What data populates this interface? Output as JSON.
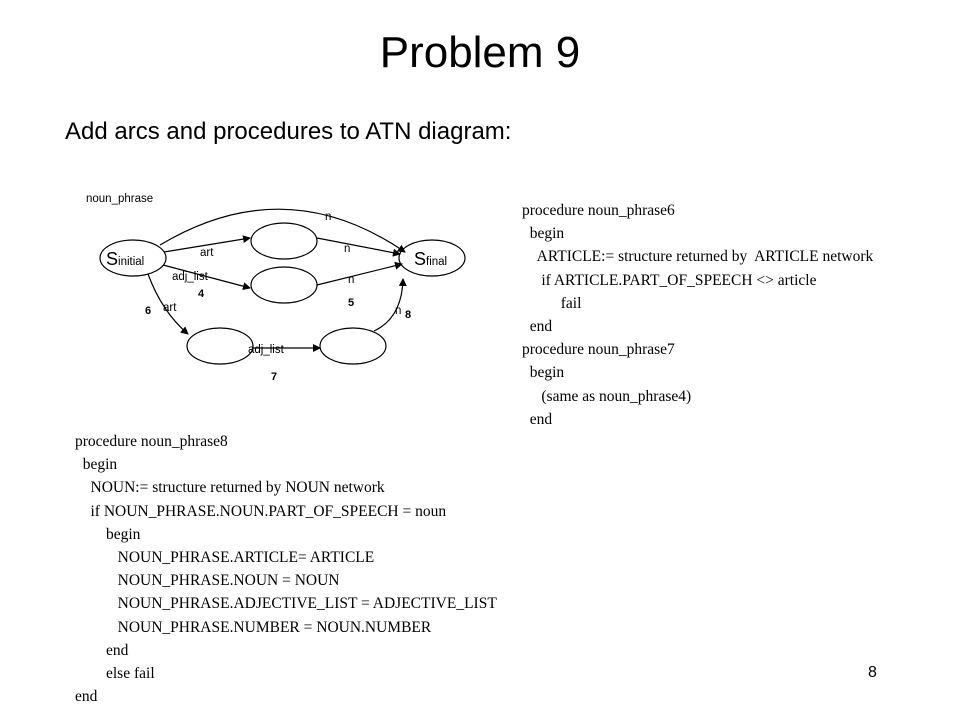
{
  "slide": {
    "title": "Problem 9",
    "subtitle": "Add arcs and procedures to ATN diagram:",
    "page_number": "8"
  },
  "diagram": {
    "network_name": "noun_phrase",
    "states": {
      "initial": {
        "letter": "S",
        "subscript": "initial"
      },
      "final": {
        "letter": "S",
        "subscript": "final"
      }
    },
    "arc_labels": {
      "n_top": "n",
      "art": "art",
      "n_mid": "n",
      "adj_list": "adj_list",
      "n_lower": "n",
      "art_lower": "art",
      "adj_list_bottom": "adj_list",
      "n_right": "n"
    },
    "arc_numbers": [
      "4",
      "5",
      "6",
      "7",
      "8"
    ]
  },
  "procedures": {
    "noun_phrase6_7": [
      "procedure noun_phrase6",
      "  begin",
      "    ARTICLE:= structure returned by  ARTICLE network",
      "     if ARTICLE.PART_OF_SPEECH <> article",
      "          fail",
      "  end",
      "procedure noun_phrase7",
      "  begin",
      "     (same as noun_phrase4)",
      "  end"
    ],
    "noun_phrase8": [
      "procedure noun_phrase8",
      "  begin",
      "    NOUN:= structure returned by NOUN network",
      "    if NOUN_PHRASE.NOUN.PART_OF_SPEECH = noun",
      "        begin",
      "           NOUN_PHRASE.ARTICLE= ARTICLE",
      "           NOUN_PHRASE.NOUN = NOUN",
      "           NOUN_PHRASE.ADJECTIVE_LIST = ADJECTIVE_LIST",
      "           NOUN_PHRASE.NUMBER = NOUN.NUMBER",
      "        end",
      "        else fail",
      "end"
    ]
  }
}
